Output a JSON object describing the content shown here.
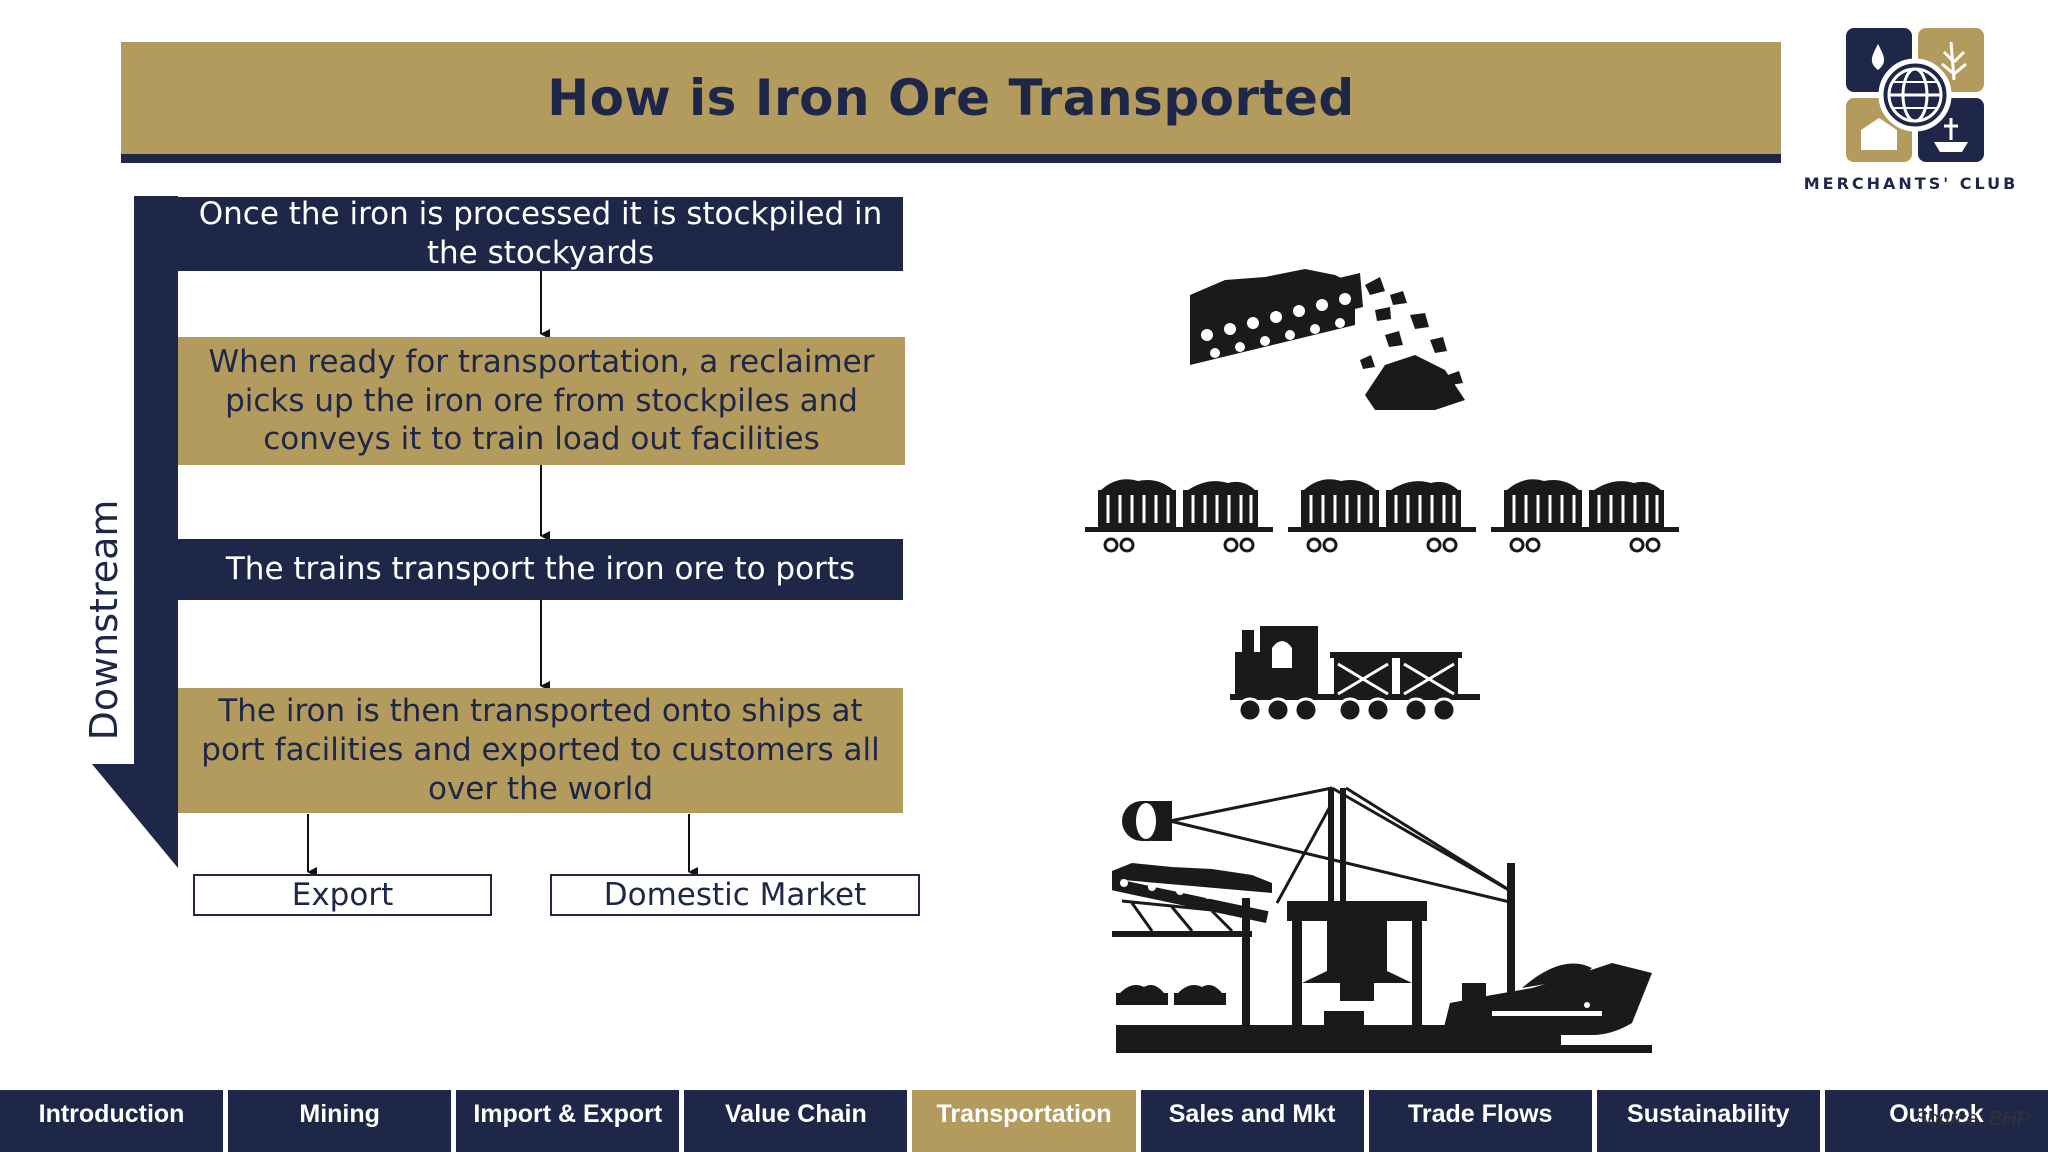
{
  "title": "How is Iron Ore Transported",
  "logo": {
    "text": "MERCHANTS' CLUB"
  },
  "flow": {
    "side_label": "Downstream",
    "steps": [
      "Once the iron is processed it is stockpiled in the stockyards",
      "When ready for transportation, a reclaimer picks up the iron ore from stockpiles and conveys it to train load out facilities",
      "The trains transport the iron ore to ports",
      "The iron is then transported onto ships at port facilities and exported to customers all over the world"
    ],
    "outcomes": [
      "Export",
      "Domestic Market"
    ]
  },
  "illustrations": [
    "conveyor-ore-icon",
    "ore-train-cars-icon",
    "locomotive-icon",
    "port-ship-loader-icon"
  ],
  "nav": {
    "tabs": [
      "Introduction",
      "Mining",
      "Import & Export",
      "Value Chain",
      "Transportation",
      "Sales and Mkt",
      "Trade Flows",
      "Sustainability",
      "Outlook"
    ],
    "active_index": 4
  },
  "source": "Source: BHP",
  "colors": {
    "navy": "#1f2749",
    "gold": "#b39b5e"
  }
}
